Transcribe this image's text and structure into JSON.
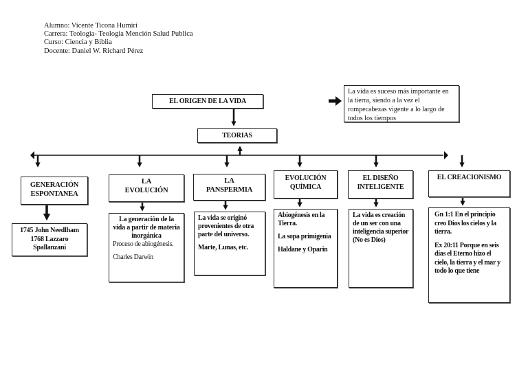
{
  "header": {
    "lines": [
      "Alumno: Vicente Ticona Humiri",
      "Carrera: Teologia- Teologia Mención Salud Publica",
      "Curso: Ciencia y Biblia",
      "Docente: Daniel W. Richard Pérez"
    ]
  },
  "root": {
    "title": "EL ORIGEN DE LA VIDA"
  },
  "note": {
    "text": "La vida es suceso más importante en la tierra, siendo a la vez el rompecabezas vigente a lo largo de todos los tiempos"
  },
  "teorias": {
    "title": "TEORIAS"
  },
  "theories": [
    {
      "title": "GENERACIÓN ESPONTANEA",
      "detail": [
        "1745 John Needlham",
        "1768 Lazzaro",
        "Spallanzani"
      ]
    },
    {
      "title": "LA EVOLUCIÓN",
      "detail_bold": "La generación de la vida a partir de materia inorgánica",
      "detail": [
        "Proceso de abiogénesis.",
        "Charles Darwin"
      ]
    },
    {
      "title": "LA PANSPERMIA",
      "detail": [
        "La vida se originó provenientes de otra parte del universo.",
        "Marte, Lunas, etc."
      ]
    },
    {
      "title": "EVOLUCIÓN QUÍMICA",
      "detail": [
        "Abiogénesis en la Tierra.",
        "La sopa primigenia",
        "Haldane y Oparin"
      ]
    },
    {
      "title": "EL DISEÑO INTELIGENTE",
      "detail": [
        "La vida es creación de un ser con una inteligencia superior (No es Dios)"
      ]
    },
    {
      "title": "EL CREACIONISMO",
      "detail": [
        "Gn 1:1 En el principio creo Dios los cielos y la tierra.",
        "Ex 20:11 Porque en seis días el Eterno hizo el cielo, la tierra y el mar y todo lo que tiene"
      ]
    }
  ]
}
